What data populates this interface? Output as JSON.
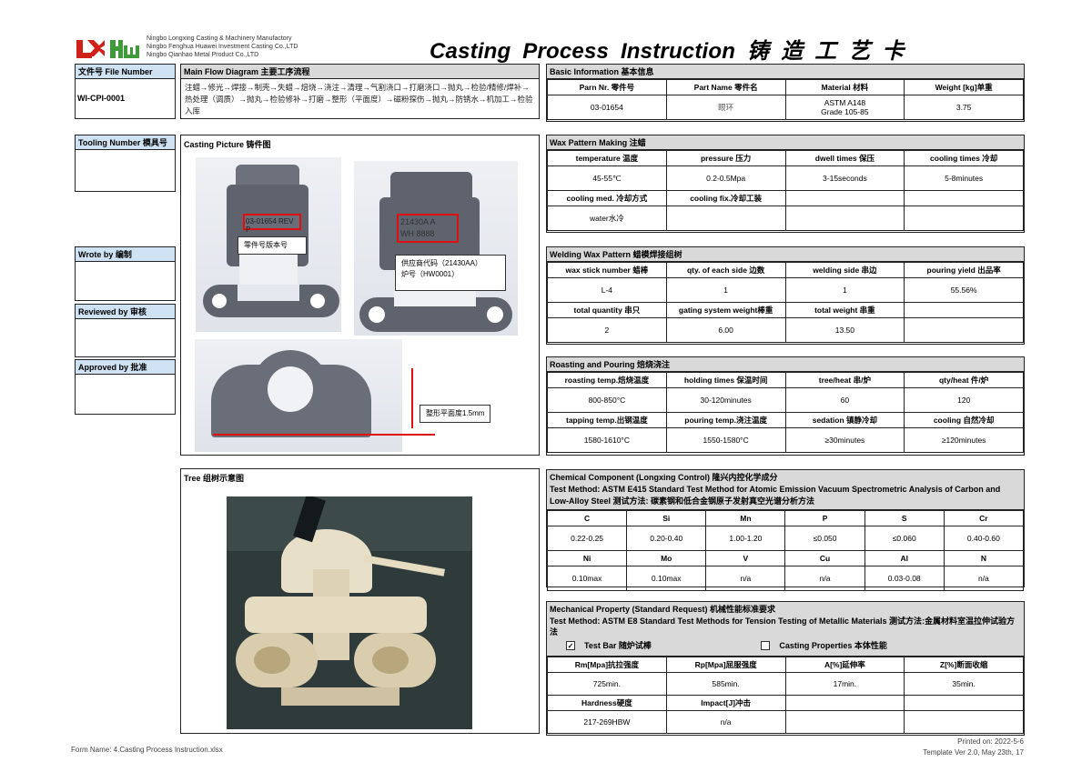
{
  "header": {
    "logo_text": [
      "LX",
      "HW"
    ],
    "companies": [
      "Ningbo Longxing Casting & Machinery Manufactory",
      "Ningbo Fenghua Huawei Investment Casting Co.,LTD",
      "Ningbo Qianhao Metal Product Co.,LTD"
    ],
    "title": "Casting Process Instruction 铸 造 工 艺 卡"
  },
  "left": {
    "file_number_label": "文件号 File Number",
    "file_number": "WI-CPI-0001",
    "tooling_label": "Tooling Number 模具号",
    "tooling_value": "",
    "wrote_label": "Wrote by 编制",
    "reviewed_label": "Reviewed by 审核",
    "approved_label": "Approved by 批准"
  },
  "flow": {
    "label": "Main Flow Diagram 主要工序流程",
    "text": "注蜡→修光→焊接→制壳→失蜡→焙烧→浇注→清理→气割浇口→打磨浇口→抛丸→检验/精修/焊补→热处理（调质）→抛丸→检验修补→打磨→整形（平面度）→磁粉探伤→抛丸→防锈水→机加工→检验入库"
  },
  "casting_picture": {
    "label": "Casting Picture 铸件图",
    "mark1": "03-01654 REV P",
    "note1": "零件号版本号",
    "mark2": [
      "21430A A",
      "WH 8888"
    ],
    "note2": [
      "供应商代码（21430AA）",
      "炉号（HW0001）"
    ],
    "note3": "整形平面度1.5mm"
  },
  "tree": {
    "label": "Tree 组树示意图"
  },
  "basic": {
    "label": "Basic Information 基本信息",
    "headers": [
      "Parn Nr. 零件号",
      "Part Name 零件名",
      "Material 材料",
      "Weight [kg]单重"
    ],
    "values": [
      "03-01654",
      "眼环",
      "ASTM A148 Grade 105-85",
      "3.75"
    ]
  },
  "wax": {
    "label": "Wax Pattern Making 注蜡",
    "rows": [
      [
        "temperature 温度",
        "pressure 压力",
        "dwell times 保压",
        "cooling times 冷却"
      ],
      [
        "45-55℃",
        "0.2-0.5Mpa",
        "3-15seconds",
        "5-8minutes"
      ],
      [
        "cooling med. 冷却方式",
        "cooling fix.冷却工装",
        "",
        ""
      ],
      [
        "water水冷",
        "",
        "",
        ""
      ]
    ]
  },
  "welding": {
    "label": "Welding Wax Pattern 蜡模焊接组树",
    "rows": [
      [
        "wax stick number 蜡棒",
        "qty. of each side 边数",
        "welding side 串边",
        "pouring yield 出品率"
      ],
      [
        "L-4",
        "1",
        "1",
        "55.56%"
      ],
      [
        "total quantity 串只",
        "gating system weight棒重",
        "total weight 串重",
        ""
      ],
      [
        "2",
        "6.00",
        "13.50",
        ""
      ]
    ]
  },
  "roasting": {
    "label": "Roasting and Pouring 焙烧浇注",
    "rows": [
      [
        "roasting temp.焙烧温度",
        "holding times 保温时间",
        "tree/heat 串/炉",
        "qty/heat 件/炉"
      ],
      [
        "800-850°C",
        "30-120minutes",
        "60",
        "120"
      ],
      [
        "tapping temp.出钢温度",
        "pouring temp.浇注温度",
        "sedation 镇静冷却",
        "cooling 自然冷却"
      ],
      [
        "1580-1610°C",
        "1550-1580°C",
        "≥30minutes",
        "≥120minutes"
      ]
    ]
  },
  "chemical": {
    "label": "Chemical Component (Longxing Control) 隆兴内控化学成分",
    "method": "Test Method: ASTM E415 Standard Test Method for Atomic Emission Vacuum Spectrometric Analysis of Carbon and Low-Alloy Steel 测试方法: 碳素钢和低合金钢原子发射真空光谱分析方法",
    "rows": [
      [
        "C",
        "Si",
        "Mn",
        "P",
        "S",
        "Cr"
      ],
      [
        "0.22-0.25",
        "0.20-0.40",
        "1.00-1.20",
        "≤0.050",
        "≤0.060",
        "0.40-0.60"
      ],
      [
        "Ni",
        "Mo",
        "V",
        "Cu",
        "Al",
        "N"
      ],
      [
        "0.10max",
        "0.10max",
        "n/a",
        "n/a",
        "0.03-0.08",
        "n/a"
      ]
    ]
  },
  "mechanical": {
    "label": "Mechanical Property (Standard Request) 机械性能标准要求",
    "method": "Test Method: ASTM E8 Standard Test Methods for Tension Testing of Metallic Materials 测试方法:金属材料室温拉伸试验方法",
    "test_bar_label": "Test Bar 随炉试棒",
    "test_bar_checked": true,
    "casting_prop_label": "Casting Properties 本体性能",
    "casting_prop_checked": false,
    "check_mark": "✓",
    "rows": [
      [
        "Rm[Mpa]抗拉强度",
        "Rp[Mpa]屈服强度",
        "A[%]延伸率",
        "Z[%]断面收缩"
      ],
      [
        "725min.",
        "585min.",
        "17min.",
        "35min."
      ],
      [
        "Hardness硬度",
        "Impact[J]冲击",
        "",
        ""
      ],
      [
        "217-269HBW",
        "n/a",
        "",
        ""
      ]
    ]
  },
  "footer": {
    "form_name": "Form Name: 4.Casting Process Instruction.xlsx",
    "printed_on": "Printed on: 2022-5-6",
    "template": "Template Ver 2.0, May 23th, 17"
  }
}
